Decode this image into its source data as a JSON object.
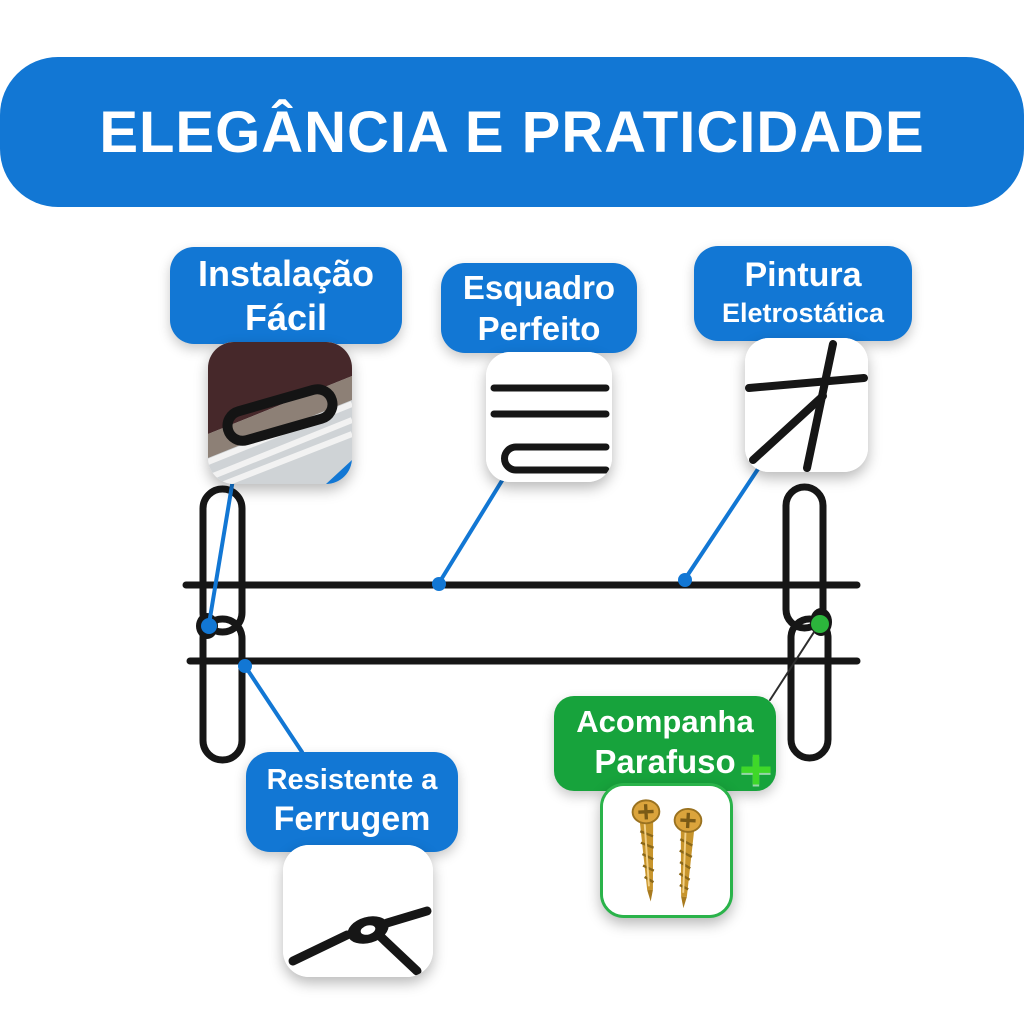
{
  "banner": {
    "title": "ELEGÂNCIA E PRATICIDADE"
  },
  "callouts": {
    "instalacao": {
      "line1": "Instalação",
      "line2": "Fácil"
    },
    "esquadro": {
      "line1": "Esquadro",
      "line2": "Perfeito"
    },
    "pintura": {
      "line1": "Pintura",
      "line2": "Eletrostática"
    },
    "ferrugem": {
      "line1": "Resistente a",
      "line2": "Ferrugem"
    },
    "parafuso": {
      "line1": "Acompanha",
      "line2": "Parafuso",
      "plus": "+"
    }
  },
  "icons": {
    "instalacao_inset": "installation-photo",
    "esquadro_inset": "parallel-bars-detail",
    "pintura_inset": "coated-tube-detail",
    "ferrugem_inset": "rust-proof-eyelet-detail",
    "parafuso_inset": "screws-photo"
  },
  "colors": {
    "blue": "#1277d4",
    "green": "#17a33c",
    "plus_green": "#3fd829",
    "black": "#161616",
    "screw_gold": "#c8952c"
  }
}
